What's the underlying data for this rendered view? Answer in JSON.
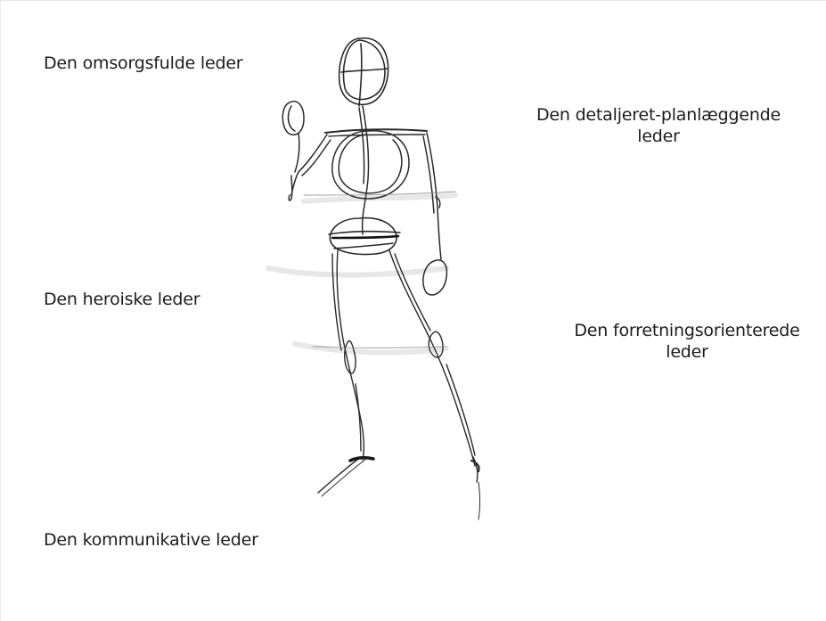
{
  "labels": {
    "omsorgsfulde": "Den omsorgsfulde leder",
    "heroiske": "Den heroiske leder",
    "kommunikative": "Den kommunikative leder",
    "detaljeret_line1": "Den detaljeret-planlæggende",
    "detaljeret_line2": "leder",
    "forretning_line1": "Den forretningsorienterede",
    "forretning_line2": "leder"
  },
  "colors": {
    "background": "#ffffff",
    "text": "#1c1c1c",
    "pencil": "#2a2a2a"
  },
  "figure": {
    "icon": "pencil-gesture-figure-sketch"
  }
}
